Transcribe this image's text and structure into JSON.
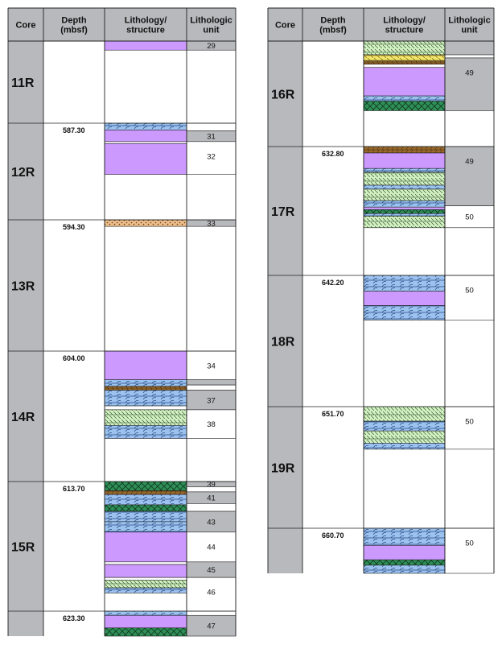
{
  "headers": {
    "core": "Core",
    "depth_line1": "Depth",
    "depth_line2": "(mbsf)",
    "lith_line1": "Lithology/",
    "lith_line2": "structure",
    "unit_line1": "Lithologic",
    "unit_line2": "unit"
  },
  "colors": {
    "gray": "#b8b9bc",
    "purple": "#cc99ff",
    "blue": "#9cc3ef",
    "green_light": "#d4f2c2",
    "green_dark": "#2f8f57",
    "brown": "#9a6a2c",
    "tan": "#eebf8a",
    "yellow": "#f4e66a",
    "line": "#222222"
  },
  "left_column": {
    "cores": [
      {
        "name": "11R",
        "depth": "",
        "lithology": [
          {
            "pattern": "purple",
            "from": 0,
            "to": 0.11
          }
        ],
        "units": [
          {
            "label": "29",
            "from": 0,
            "to": 0.11,
            "fill": "gray"
          }
        ]
      },
      {
        "name": "12R",
        "depth": "587.30",
        "lithology": [
          {
            "pattern": "blue",
            "from": 0,
            "to": 0.07
          },
          {
            "pattern": "purple",
            "from": 0.07,
            "to": 0.19
          },
          {
            "pattern": "white",
            "from": 0.19,
            "to": 0.21
          },
          {
            "pattern": "purple",
            "from": 0.21,
            "to": 0.53
          }
        ],
        "units": [
          {
            "label": "",
            "from": 0,
            "to": 0.08,
            "fill": "white"
          },
          {
            "label": "31",
            "from": 0.08,
            "to": 0.19,
            "fill": "gray"
          },
          {
            "label": "32",
            "from": 0.19,
            "to": 0.53,
            "fill": "white"
          }
        ]
      },
      {
        "name": "13R",
        "depth": "594.30",
        "lithology": [
          {
            "pattern": "tan",
            "from": 0,
            "to": 0.05
          }
        ],
        "units": [
          {
            "label": "33",
            "from": 0,
            "to": 0.05,
            "fill": "gray"
          }
        ]
      },
      {
        "name": "14R",
        "depth": "604.00",
        "lithology": [
          {
            "pattern": "purple",
            "from": 0,
            "to": 0.22
          },
          {
            "pattern": "blue",
            "from": 0.22,
            "to": 0.27
          },
          {
            "pattern": "brown",
            "from": 0.27,
            "to": 0.3
          },
          {
            "pattern": "blue",
            "from": 0.3,
            "to": 0.42
          },
          {
            "pattern": "white",
            "from": 0.42,
            "to": 0.45
          },
          {
            "pattern": "green_light",
            "from": 0.45,
            "to": 0.57
          },
          {
            "pattern": "blue",
            "from": 0.57,
            "to": 0.67
          }
        ],
        "units": [
          {
            "label": "34",
            "from": 0,
            "to": 0.22,
            "fill": "white"
          },
          {
            "label": "",
            "from": 0.22,
            "to": 0.26,
            "fill": "gray"
          },
          {
            "label": "",
            "from": 0.26,
            "to": 0.3,
            "fill": "white"
          },
          {
            "label": "37",
            "from": 0.3,
            "to": 0.45,
            "fill": "gray"
          },
          {
            "label": "38",
            "from": 0.45,
            "to": 0.67,
            "fill": "white"
          }
        ]
      },
      {
        "name": "15R",
        "depth": "613.70",
        "lithology": [
          {
            "pattern": "green_dark",
            "from": 0,
            "to": 0.07
          },
          {
            "pattern": "brown",
            "from": 0.07,
            "to": 0.1
          },
          {
            "pattern": "blue",
            "from": 0.1,
            "to": 0.18
          },
          {
            "pattern": "green_dark",
            "from": 0.18,
            "to": 0.23
          },
          {
            "pattern": "blue",
            "from": 0.23,
            "to": 0.31
          },
          {
            "pattern": "blue",
            "from": 0.31,
            "to": 0.39
          },
          {
            "pattern": "purple",
            "from": 0.39,
            "to": 0.62
          },
          {
            "pattern": "white",
            "from": 0.62,
            "to": 0.64
          },
          {
            "pattern": "purple",
            "from": 0.64,
            "to": 0.74
          },
          {
            "pattern": "white",
            "from": 0.74,
            "to": 0.76
          },
          {
            "pattern": "green_light",
            "from": 0.76,
            "to": 0.82
          },
          {
            "pattern": "blue",
            "from": 0.82,
            "to": 0.86
          }
        ],
        "units": [
          {
            "label": "39",
            "from": 0,
            "to": 0.04,
            "fill": "gray"
          },
          {
            "label": "",
            "from": 0.04,
            "to": 0.08,
            "fill": "white"
          },
          {
            "label": "41",
            "from": 0.08,
            "to": 0.17,
            "fill": "gray"
          },
          {
            "label": "",
            "from": 0.17,
            "to": 0.23,
            "fill": "white"
          },
          {
            "label": "43",
            "from": 0.23,
            "to": 0.39,
            "fill": "gray"
          },
          {
            "label": "44",
            "from": 0.39,
            "to": 0.62,
            "fill": "white"
          },
          {
            "label": "45",
            "from": 0.62,
            "to": 0.74,
            "fill": "gray"
          },
          {
            "label": "46",
            "from": 0.74,
            "to": 1.0,
            "fill": "white"
          }
        ]
      },
      {
        "name": "",
        "depth": "623.30",
        "lithology": [
          {
            "pattern": "blue",
            "from": 0,
            "to": 0.17
          },
          {
            "pattern": "purple",
            "from": 0.17,
            "to": 0.67
          },
          {
            "pattern": "green_dark",
            "from": 0.67,
            "to": 1.0
          }
        ],
        "units": [
          {
            "label": "",
            "from": 0,
            "to": 0.17,
            "fill": "white"
          },
          {
            "label": "47",
            "from": 0.17,
            "to": 1.0,
            "fill": "gray"
          }
        ]
      }
    ]
  },
  "right_column": {
    "cores": [
      {
        "name": "16R",
        "depth": "",
        "lithology": [
          {
            "pattern": "green_light",
            "from": 0,
            "to": 0.13
          },
          {
            "pattern": "yellow",
            "from": 0.13,
            "to": 0.19
          },
          {
            "pattern": "brown",
            "from": 0.19,
            "to": 0.22
          },
          {
            "pattern": "white",
            "from": 0.22,
            "to": 0.25
          },
          {
            "pattern": "purple",
            "from": 0.25,
            "to": 0.52
          },
          {
            "pattern": "blue",
            "from": 0.52,
            "to": 0.57
          },
          {
            "pattern": "green_dark",
            "from": 0.57,
            "to": 0.66
          }
        ],
        "units": [
          {
            "label": "",
            "from": 0,
            "to": 0.13,
            "fill": "gray"
          },
          {
            "label": "",
            "from": 0.13,
            "to": 0.16,
            "fill": "white"
          },
          {
            "label": "49",
            "from": 0.16,
            "to": 0.66,
            "fill": "gray"
          }
        ]
      },
      {
        "name": "17R",
        "depth": "632.80",
        "lithology": [
          {
            "pattern": "brown",
            "from": 0,
            "to": 0.05
          },
          {
            "pattern": "purple",
            "from": 0.05,
            "to": 0.17
          },
          {
            "pattern": "blue",
            "from": 0.17,
            "to": 0.2
          },
          {
            "pattern": "green_light",
            "from": 0.2,
            "to": 0.3
          },
          {
            "pattern": "blue",
            "from": 0.3,
            "to": 0.33
          },
          {
            "pattern": "green_light",
            "from": 0.33,
            "to": 0.42
          },
          {
            "pattern": "blue",
            "from": 0.42,
            "to": 0.47
          },
          {
            "pattern": "purple",
            "from": 0.47,
            "to": 0.49
          },
          {
            "pattern": "green_dark",
            "from": 0.49,
            "to": 0.52
          },
          {
            "pattern": "blue",
            "from": 0.52,
            "to": 0.54
          },
          {
            "pattern": "green_light",
            "from": 0.54,
            "to": 0.63
          }
        ],
        "units": [
          {
            "label": "49",
            "from": 0,
            "to": 0.46,
            "fill": "gray"
          },
          {
            "label": "50",
            "from": 0.46,
            "to": 0.63,
            "fill": "white"
          }
        ]
      },
      {
        "name": "18R",
        "depth": "642.20",
        "lithology": [
          {
            "pattern": "blue",
            "from": 0,
            "to": 0.12
          },
          {
            "pattern": "purple",
            "from": 0.12,
            "to": 0.23
          },
          {
            "pattern": "blue",
            "from": 0.23,
            "to": 0.34
          }
        ],
        "units": [
          {
            "label": "50",
            "from": 0,
            "to": 0.34,
            "fill": "white"
          }
        ]
      },
      {
        "name": "19R",
        "depth": "651.70",
        "lithology": [
          {
            "pattern": "green_light",
            "from": 0,
            "to": 0.12
          },
          {
            "pattern": "blue",
            "from": 0.12,
            "to": 0.2
          },
          {
            "pattern": "green_light",
            "from": 0.2,
            "to": 0.3
          },
          {
            "pattern": "blue",
            "from": 0.3,
            "to": 0.35
          }
        ],
        "units": [
          {
            "label": "50",
            "from": 0,
            "to": 0.35,
            "fill": "white"
          }
        ]
      },
      {
        "name": "",
        "depth": "660.70",
        "lithology": [
          {
            "pattern": "blue",
            "from": 0,
            "to": 0.38
          },
          {
            "pattern": "purple",
            "from": 0.38,
            "to": 0.7
          },
          {
            "pattern": "green_dark",
            "from": 0.7,
            "to": 0.82
          },
          {
            "pattern": "blue",
            "from": 0.82,
            "to": 1.0
          }
        ],
        "units": [
          {
            "label": "50",
            "from": 0,
            "to": 1.0,
            "fill": "white"
          }
        ]
      }
    ]
  }
}
